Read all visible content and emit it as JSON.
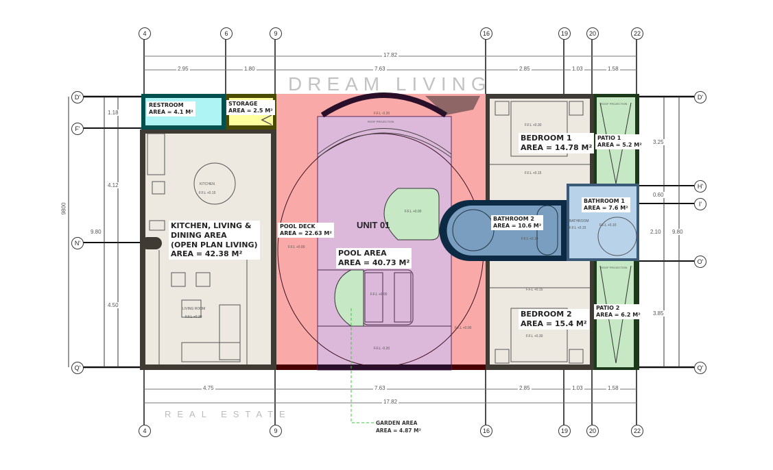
{
  "grid": {
    "columns": [
      "4",
      "6",
      "9",
      "16",
      "19",
      "20",
      "22"
    ],
    "bottom_columns": [
      "4",
      "9",
      "16",
      "19",
      "20",
      "22"
    ],
    "rows": [
      "D'",
      "F'",
      "N'",
      "Q'"
    ],
    "right_rows": [
      "D'",
      "H'",
      "I'",
      "O'",
      "Q'"
    ]
  },
  "dimensions": {
    "top_total": "17.82",
    "top_segments": [
      "2.95",
      "1.80",
      "7.63",
      "2.85",
      "1.03",
      "1.58"
    ],
    "bottom_segments": [
      "4.75",
      "7.63",
      "2.85",
      "1.03",
      "1.58"
    ],
    "bottom_total": "17.82",
    "left": [
      "1.18",
      "4.12",
      "9.80",
      "4.50",
      "9800"
    ],
    "right": [
      "3.25",
      "0.60",
      "2.10",
      "9.80",
      "3.85"
    ]
  },
  "rooms": {
    "restroom": {
      "name": "RESTROOM",
      "area": "AREA = 4.1 M²"
    },
    "storage": {
      "name": "STORAGE",
      "area": "AREA = 2.5 M²"
    },
    "kitchen": {
      "line1": "KITCHEN, LIVING &",
      "line2": "DINING AREA",
      "line3": "(OPEN PLAN LIVING)",
      "area": "AREA = 42.38 M²",
      "tag": "KITCHEN",
      "ffl": "F.F.L +0.15"
    },
    "living_room": {
      "tag": "LIVING ROOM",
      "ffl": "F.F.L +0.30"
    },
    "pool_deck": {
      "name": "POOL DECK",
      "area": "AREA = 22.63 M²",
      "ffl": "F.F.L +0.00"
    },
    "pool_area": {
      "name": "POOL AREA",
      "area": "AREA = 40.73 M²",
      "ffl_top": "F.F.L -0.20",
      "roof": "ROOF PROJECTION",
      "ffl_island": "F.F.L +0.00",
      "ffl_bed": "F.F.L +0.00",
      "ffl_bottom": "F.F.L -0.20",
      "ffl_right": "F.F.L +0.00"
    },
    "unit": "UNIT 01",
    "bedroom1": {
      "name": "BEDROOM 1",
      "area": "AREA = 14.78 M²",
      "ffl": "F.F.L +0.30",
      "ffl2": "F.F.L +0.15"
    },
    "bedroom2": {
      "name": "BEDROOM 2",
      "area": "AREA = 15.4 M²",
      "ffl": "F.F.L +0.15",
      "ffl2": "F.F.L +0.30"
    },
    "patio1": {
      "name": "PATIO 1",
      "area": "AREA = 5.2 M²",
      "roof": "ROOF PROJECTION"
    },
    "patio2": {
      "name": "PATIO 2",
      "area": "AREA = 6.2 M²",
      "roof": "ROOF PROJECTION"
    },
    "bathroom1": {
      "name": "BATHROOM 1",
      "area": "AREA = 7.6 M²",
      "tag": "BATHROOM",
      "ffl": "F.F.L +0.15",
      "ffl2": "F.F.L +0.10"
    },
    "bathroom2": {
      "name": "BATHROOM 2",
      "area": "AREA = 10.6 M²",
      "ffl": "F.F.L +0.10"
    },
    "garden": {
      "name": "GARDEN AREA",
      "area": "AREA = 4.87 M²"
    }
  },
  "watermark": {
    "main": "DREAM LIVING",
    "sub": "REAL ESTATE"
  },
  "colors": {
    "wall": "#3f3a34",
    "beige": "#ede9e1",
    "pink": "#f9aaa8",
    "purple": "#dcb8da",
    "green": "#c6e8c4",
    "blue_dark": "#7a9ebf",
    "blue_light": "#b8d2ea",
    "teal": "#aef4f4",
    "yellow": "#ffffa0"
  }
}
